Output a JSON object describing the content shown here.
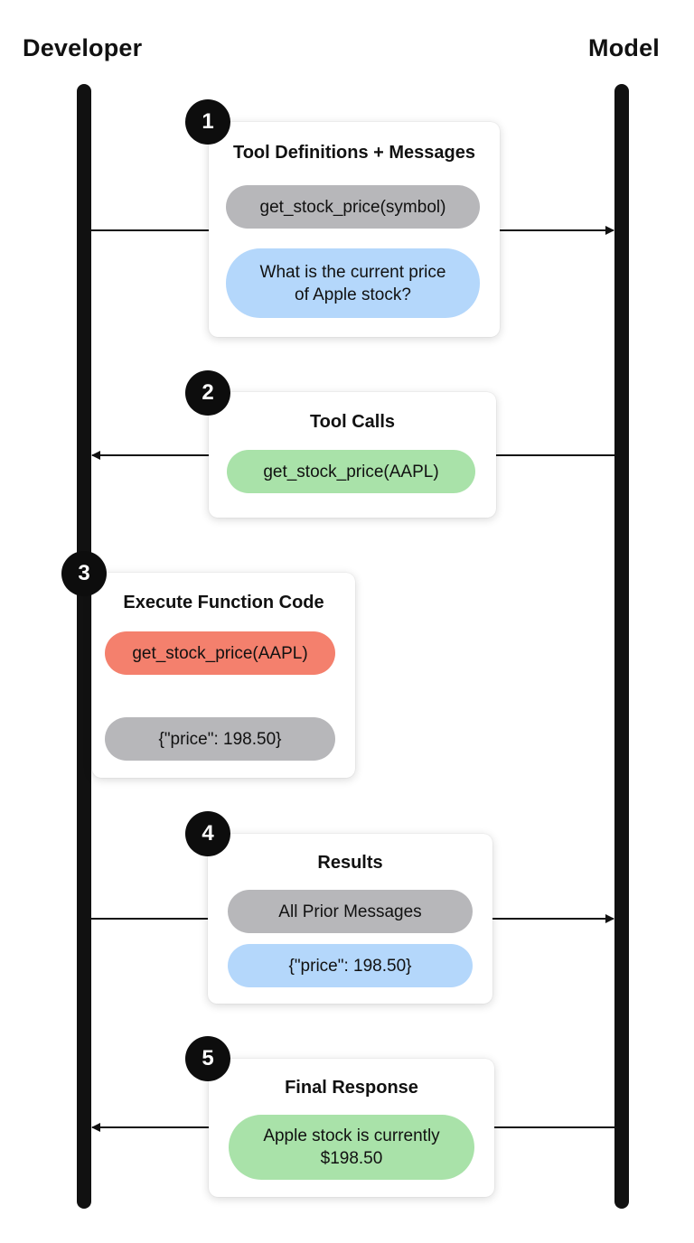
{
  "actors": {
    "developer": "Developer",
    "model": "Model"
  },
  "steps": [
    {
      "number": "1",
      "title": "Tool Definitions + Messages",
      "direction": "to-model",
      "pills": [
        {
          "text": "get_stock_price(symbol)",
          "color": "#b7b7ba"
        },
        {
          "text": "What is the current price\nof Apple stock?",
          "color": "#b4d7fb"
        }
      ]
    },
    {
      "number": "2",
      "title": "Tool Calls",
      "direction": "to-developer",
      "pills": [
        {
          "text": "get_stock_price(AAPL)",
          "color": "#a9e2a9"
        }
      ]
    },
    {
      "number": "3",
      "title": "Execute Function Code",
      "direction": "local",
      "pills": [
        {
          "text": "get_stock_price(AAPL)",
          "color": "#f4806d"
        },
        {
          "text": "{\"price\": 198.50}",
          "color": "#b7b7ba"
        }
      ]
    },
    {
      "number": "4",
      "title": "Results",
      "direction": "to-model",
      "pills": [
        {
          "text": "All Prior Messages",
          "color": "#b7b7ba"
        },
        {
          "text": "{\"price\": 198.50}",
          "color": "#b4d7fb"
        }
      ]
    },
    {
      "number": "5",
      "title": "Final Response",
      "direction": "to-developer",
      "pills": [
        {
          "text": "Apple stock is currently\n$198.50",
          "color": "#a9e2a9"
        }
      ]
    }
  ]
}
